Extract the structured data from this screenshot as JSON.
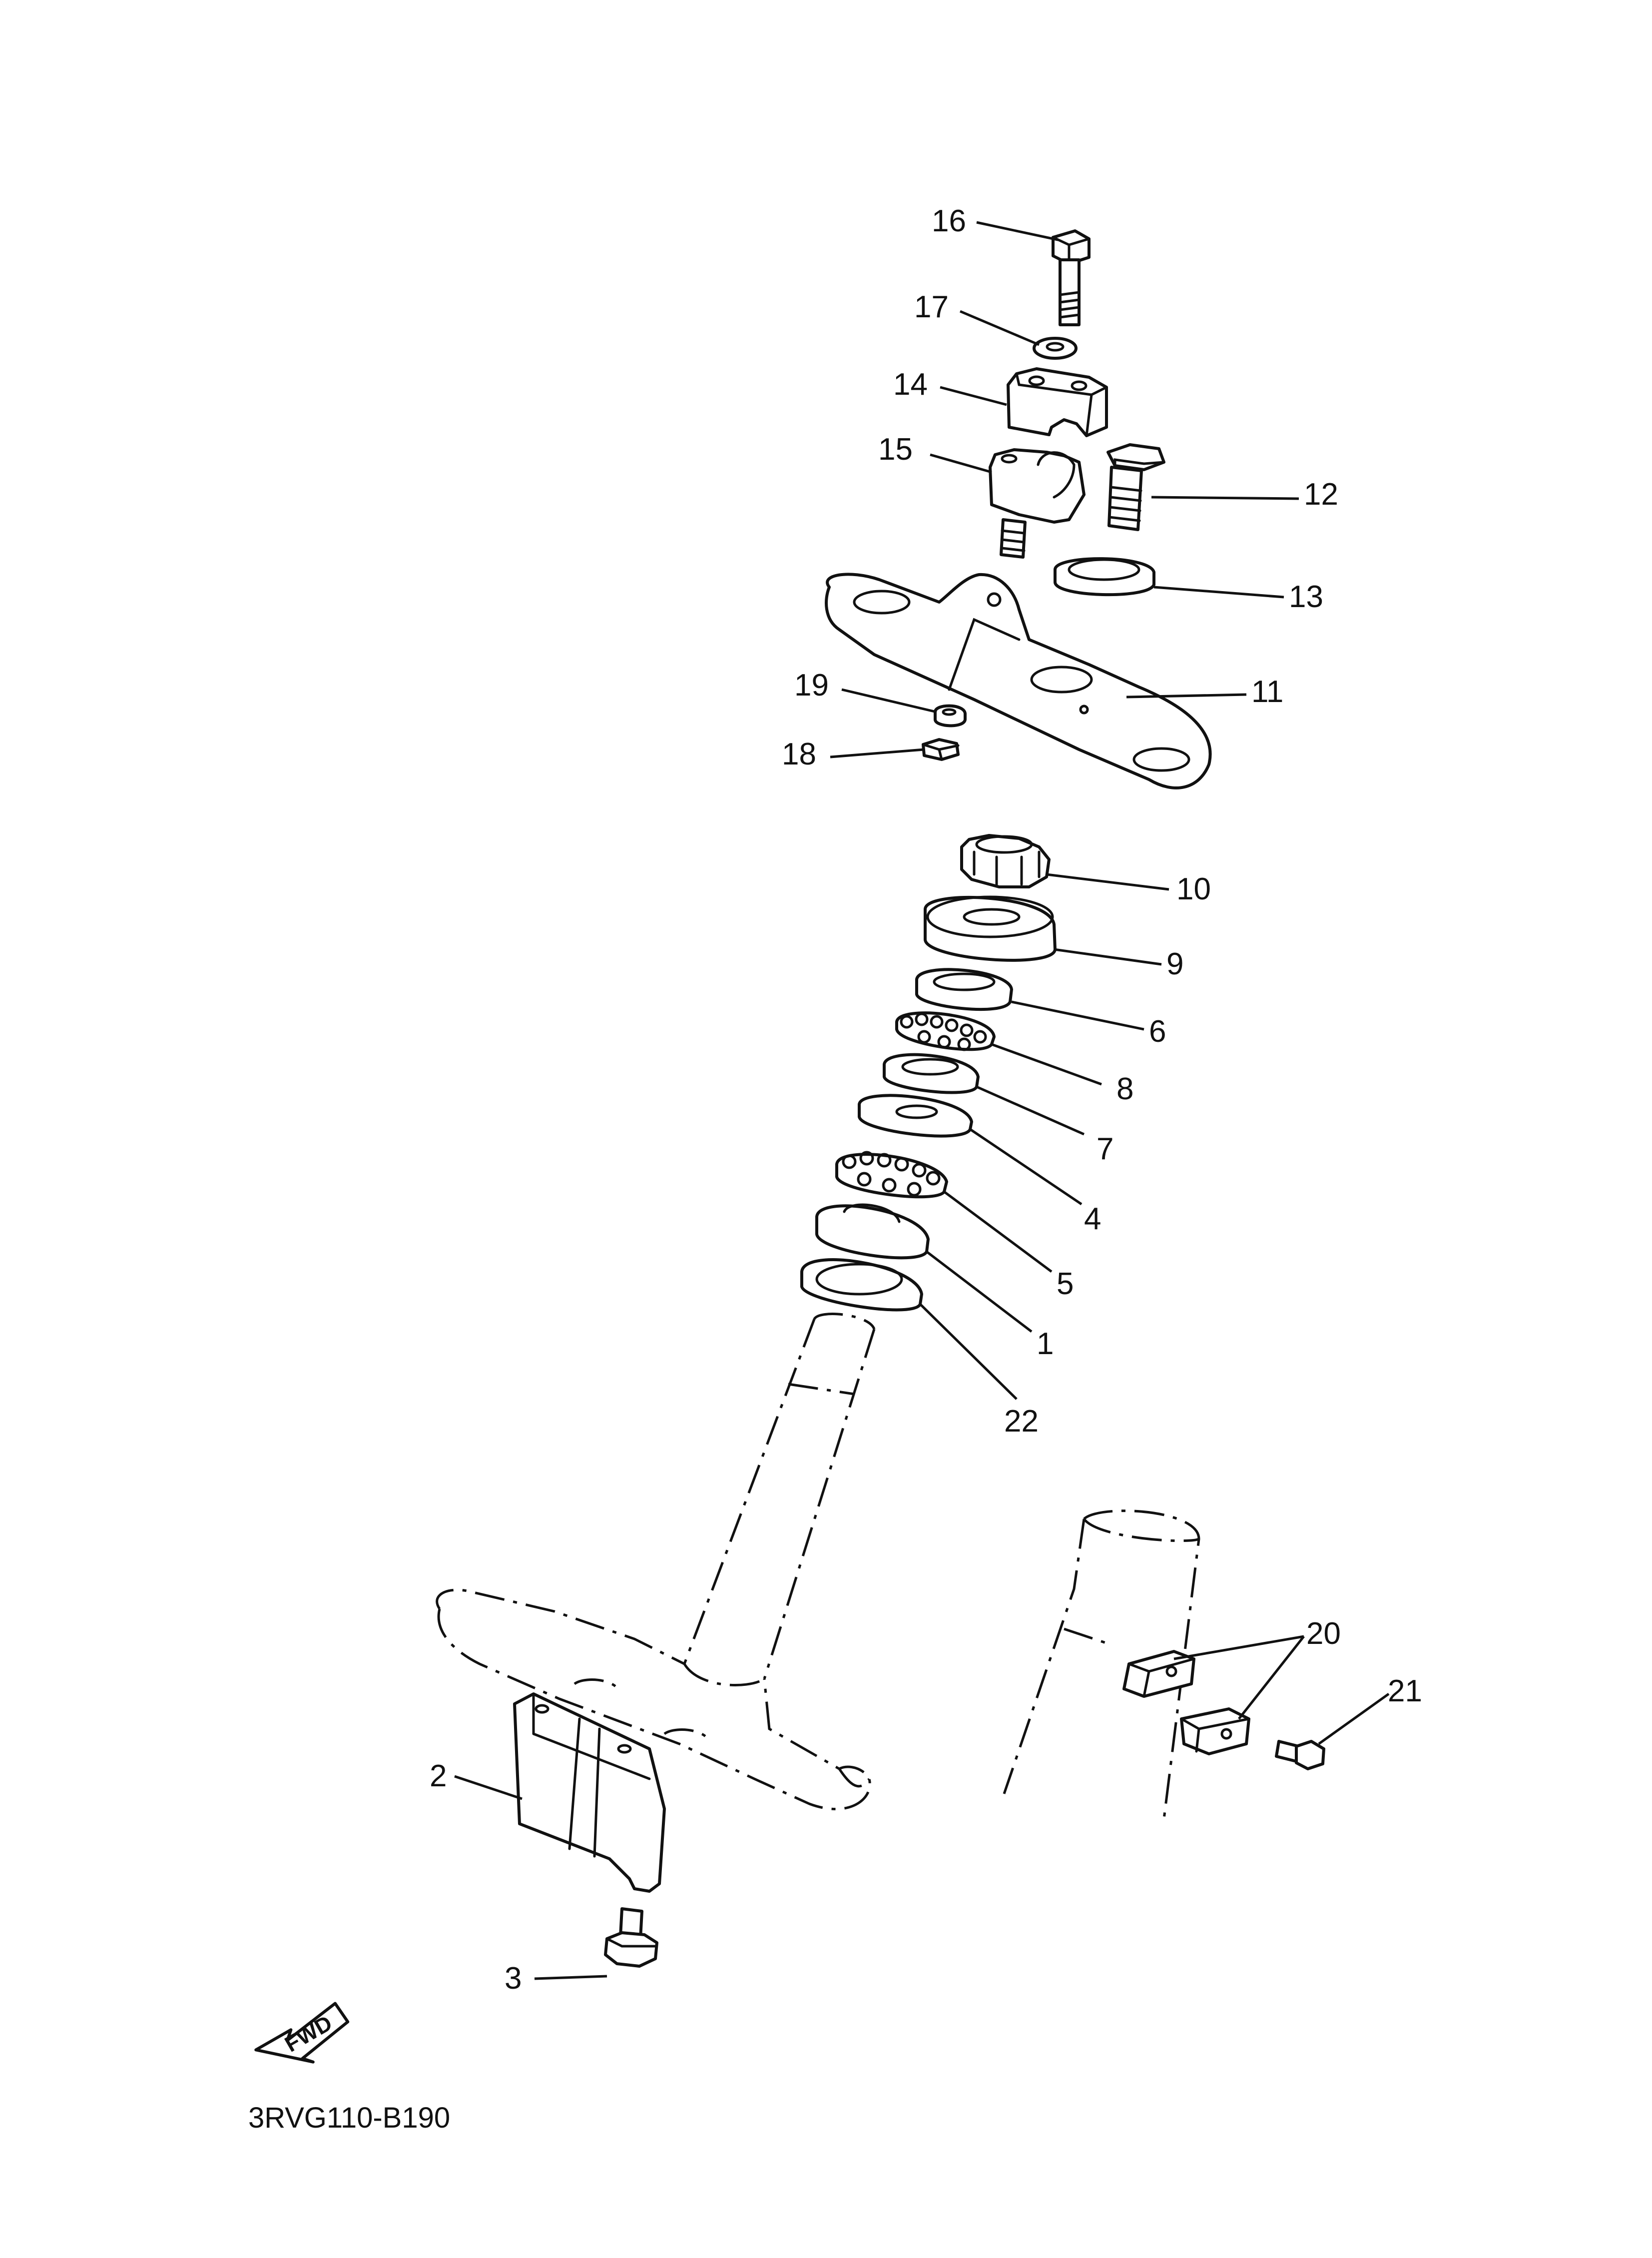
{
  "diagram": {
    "drawing_code": "3RVG110-B190",
    "direction_label": "FWD",
    "callouts": [
      {
        "id": "c1",
        "label": "1"
      },
      {
        "id": "c2",
        "label": "2"
      },
      {
        "id": "c3",
        "label": "3"
      },
      {
        "id": "c4",
        "label": "4"
      },
      {
        "id": "c5",
        "label": "5"
      },
      {
        "id": "c6",
        "label": "6"
      },
      {
        "id": "c7",
        "label": "7"
      },
      {
        "id": "c8",
        "label": "8"
      },
      {
        "id": "c9",
        "label": "9"
      },
      {
        "id": "c10",
        "label": "10"
      },
      {
        "id": "c11",
        "label": "11"
      },
      {
        "id": "c12",
        "label": "12"
      },
      {
        "id": "c13",
        "label": "13"
      },
      {
        "id": "c14",
        "label": "14"
      },
      {
        "id": "c15",
        "label": "15"
      },
      {
        "id": "c16",
        "label": "16"
      },
      {
        "id": "c17",
        "label": "17"
      },
      {
        "id": "c18",
        "label": "18"
      },
      {
        "id": "c19",
        "label": "19"
      },
      {
        "id": "c20",
        "label": "20"
      },
      {
        "id": "c21",
        "label": "21"
      },
      {
        "id": "c22",
        "label": "22"
      }
    ]
  }
}
